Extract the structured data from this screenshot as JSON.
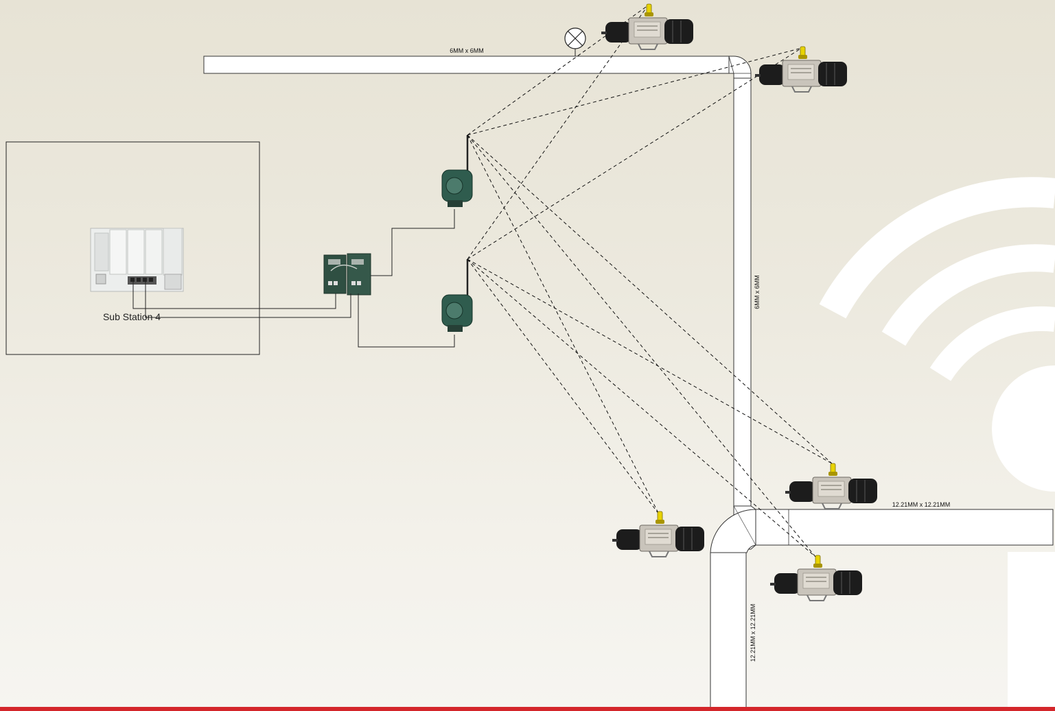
{
  "substation": {
    "label": "Sub Station 4"
  },
  "ducts": {
    "top_horizontal": "6MM x 6MM",
    "right_vertical": "6MM x 6MM",
    "bottom_horizontal": "12.21MM x 12.21MM",
    "bottom_vertical": "12.21MM x 12.21MM"
  },
  "colors": {
    "background": "#ebe7db",
    "duct_fill": "#ffffff",
    "duct_stroke": "#333333",
    "wifi_logo": "#ffffff",
    "footer_bar": "#d4262b",
    "gateway_green": "#2f5c4e",
    "sensor_body": "#1c1c1c",
    "sensor_cap": "#e8d300"
  },
  "icons": {
    "controller": "plc-controller-icon",
    "switch": "network-switch-icon",
    "gateway": "wireless-gateway-icon",
    "sensor": "wireless-actuator-icon",
    "lamp": "indicator-lamp-icon",
    "logo": "wifi-logo-icon"
  }
}
